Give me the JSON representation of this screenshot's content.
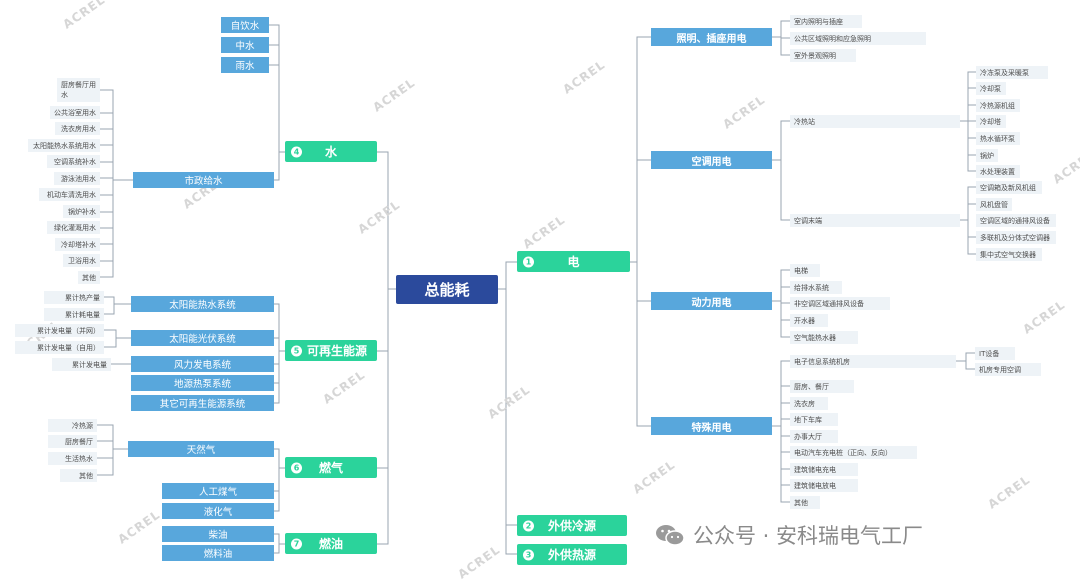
{
  "root": "总能耗",
  "water": {
    "num": "4",
    "title": "水",
    "direct": [
      "自饮水",
      "中水",
      "雨水"
    ],
    "municipal": "市政给水",
    "municipal_items": [
      "厨房餐厅用水",
      "公共浴室用水",
      "洗衣房用水",
      "太阳能热水系统用水",
      "空调系统补水",
      "游泳池用水",
      "机动车清洗用水",
      "锅炉补水",
      "绿化灌溉用水",
      "冷却塔补水",
      "卫浴用水",
      "其他"
    ]
  },
  "renew": {
    "num": "5",
    "title": "可再生能源",
    "solar_hot": "太阳能热水系统",
    "solar_hot_items": [
      "累计热产量",
      "累计耗电量"
    ],
    "pv": "太阳能光伏系统",
    "pv_items": [
      "累计发电量（并网）",
      "累计发电量（自用）"
    ],
    "wind": "风力发电系统",
    "wind_items": [
      "累计发电量"
    ],
    "geo": "地源热泵系统",
    "other": "其它可再生能源系统"
  },
  "gas": {
    "num": "6",
    "title": "燃气",
    "natural": "天然气",
    "natural_items": [
      "冷热源",
      "厨房餐厅",
      "生活热水",
      "其他"
    ],
    "coal_gas": "人工煤气",
    "lpg": "液化气"
  },
  "oil": {
    "num": "7",
    "title": "燃油",
    "items": [
      "柴油",
      "燃料油"
    ]
  },
  "elec": {
    "num": "1",
    "title": "电",
    "lighting": "照明、插座用电",
    "lighting_items": [
      "室内照明与插座",
      "公共区域照明和应急照明",
      "室外景观照明"
    ],
    "hvac": "空调用电",
    "cold_heat": "冷热站",
    "cold_heat_items": [
      "冷冻泵及采暖泵",
      "冷却泵",
      "冷热源机组",
      "冷却塔",
      "热水循环泵",
      "锅炉",
      "水处理装置"
    ],
    "ac_end": "空调末端",
    "ac_end_items": [
      "空调箱及新风机组",
      "风机盘管",
      "空调区域的通排风设备",
      "多联机及分体式空调器",
      "集中式空气交换器"
    ],
    "power": "动力用电",
    "power_items": [
      "电梯",
      "给排水系统",
      "非空调区域通排风设备",
      "开水器",
      "空气能热水器"
    ],
    "special": "特殊用电",
    "dc": "电子信息系统机房",
    "dc_items": [
      "IT设备",
      "机房专用空调"
    ],
    "special_items": [
      "厨房、餐厅",
      "洗衣房",
      "地下车库",
      "办事大厅",
      "电动汽车充电桩（正向、反向）",
      "建筑储电充电",
      "建筑储电放电",
      "其他"
    ]
  },
  "ext_cold": {
    "num": "2",
    "title": "外供冷源"
  },
  "ext_heat": {
    "num": "3",
    "title": "外供热源"
  },
  "footer": {
    "text": "公众号 · 安科瑞电气工厂"
  },
  "watermark": "ACREL"
}
